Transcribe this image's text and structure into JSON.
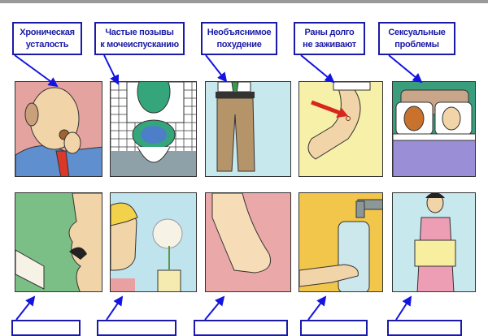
{
  "top_labels": [
    {
      "line1": "Хроническая",
      "line2": "усталость"
    },
    {
      "line1": "Частые позывы",
      "line2": "к мочеиспусканию"
    },
    {
      "line1": "Необъяснимое",
      "line2": "похудение"
    },
    {
      "line1": "Раны долго",
      "line2": "не заживают"
    },
    {
      "line1": "Сексуальные",
      "line2": "проблемы"
    }
  ],
  "colors": {
    "label_blue": "#1a1aa8",
    "arrow_blue": "#1414e0"
  }
}
